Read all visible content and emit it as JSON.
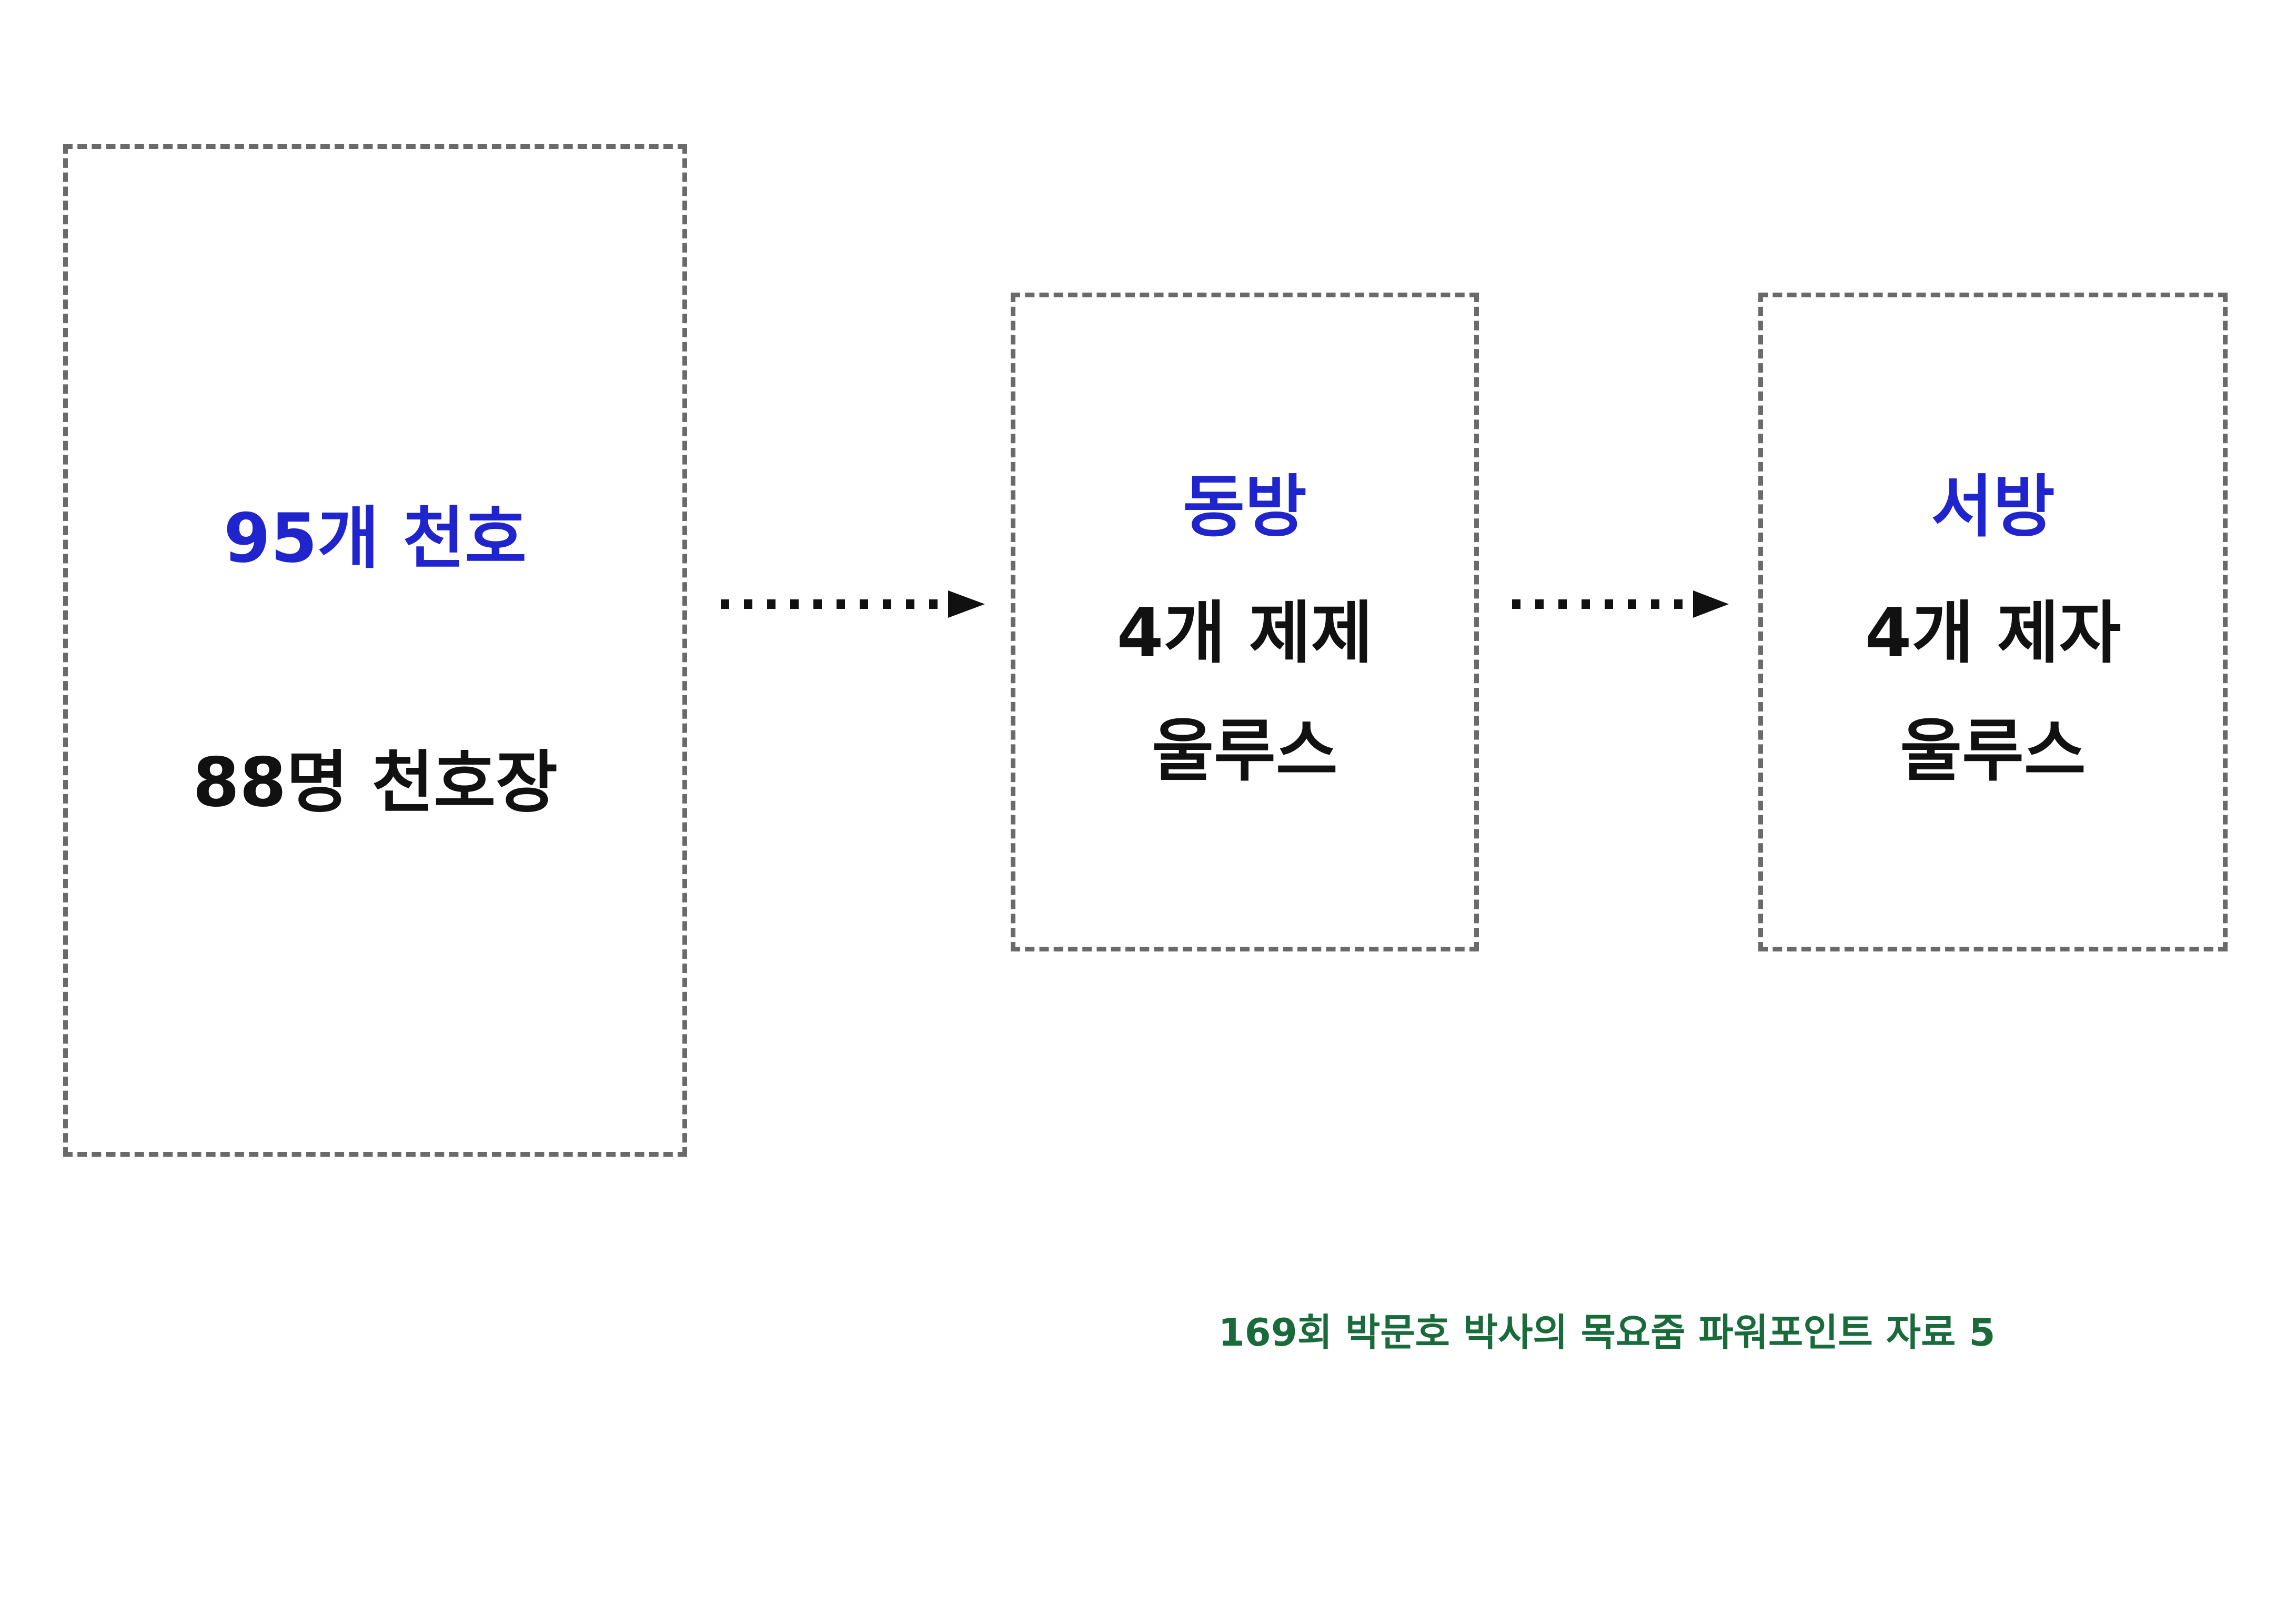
{
  "diagram": {
    "left_box": {
      "title": "95개 천호",
      "subtitle": "88명 천호장"
    },
    "east_box": {
      "title": "동방",
      "line1": "4개 제제",
      "line2": "울루스"
    },
    "west_box": {
      "title": "서방",
      "line1": "4개 제자",
      "line2": "울루스"
    }
  },
  "caption": "169회 박문호 박사의 목요줌 파워포인트 자료 5",
  "colors": {
    "title_blue": "#1f24cc",
    "text_black": "#111111",
    "caption_green": "#1a6b3c",
    "dashed_border": "#6a6a6a"
  },
  "icons": [
    "dotted-arrow-icon",
    "dotted-arrow-icon"
  ]
}
